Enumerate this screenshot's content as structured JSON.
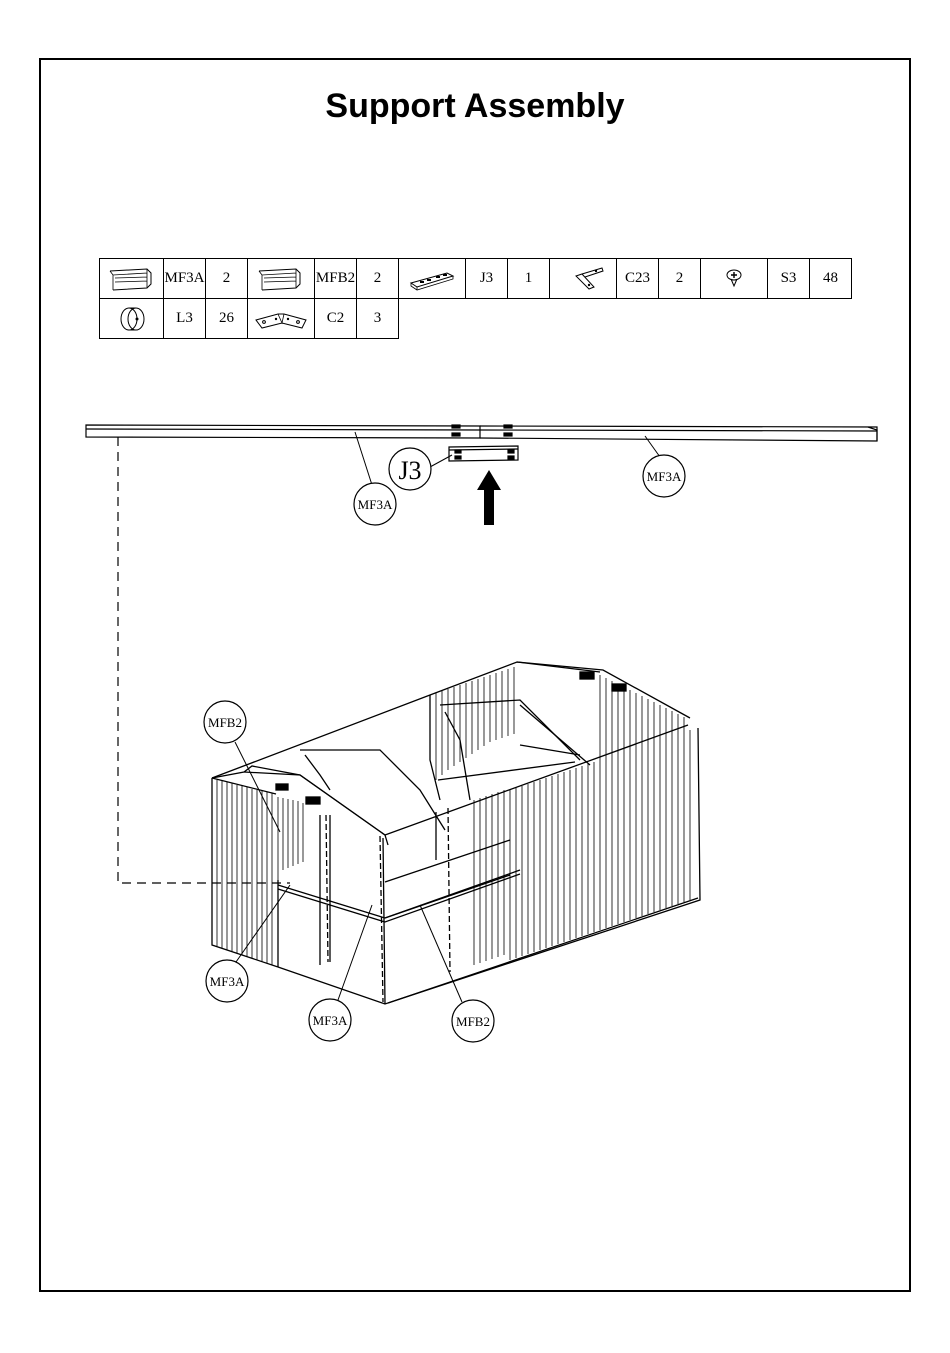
{
  "title": "Support Assembly",
  "parts": {
    "row1": [
      {
        "icon": "rail-channel-icon",
        "code": "MF3A",
        "qty": "2"
      },
      {
        "icon": "rail-channel-icon",
        "code": "MFB2",
        "qty": "2"
      },
      {
        "icon": "joint-plate-icon",
        "code": "J3",
        "qty": "1"
      },
      {
        "icon": "corner-bracket-icon",
        "code": "C23",
        "qty": "2"
      },
      {
        "icon": "screw-icon",
        "code": "S3",
        "qty": "48"
      }
    ],
    "row2": [
      {
        "icon": "washer-icon",
        "code": "L3",
        "qty": "26"
      },
      {
        "icon": "angle-bracket-icon",
        "code": "C2",
        "qty": "3"
      }
    ]
  },
  "callouts": {
    "mf3a_top_left": "MF3A",
    "mf3a_top_right": "MF3A",
    "j3": "J3",
    "mfb2_left": "MFB2",
    "mf3a_bottom_left": "MF3A",
    "mf3a_bottom_mid": "MF3A",
    "mfb2_bottom": "MFB2"
  }
}
